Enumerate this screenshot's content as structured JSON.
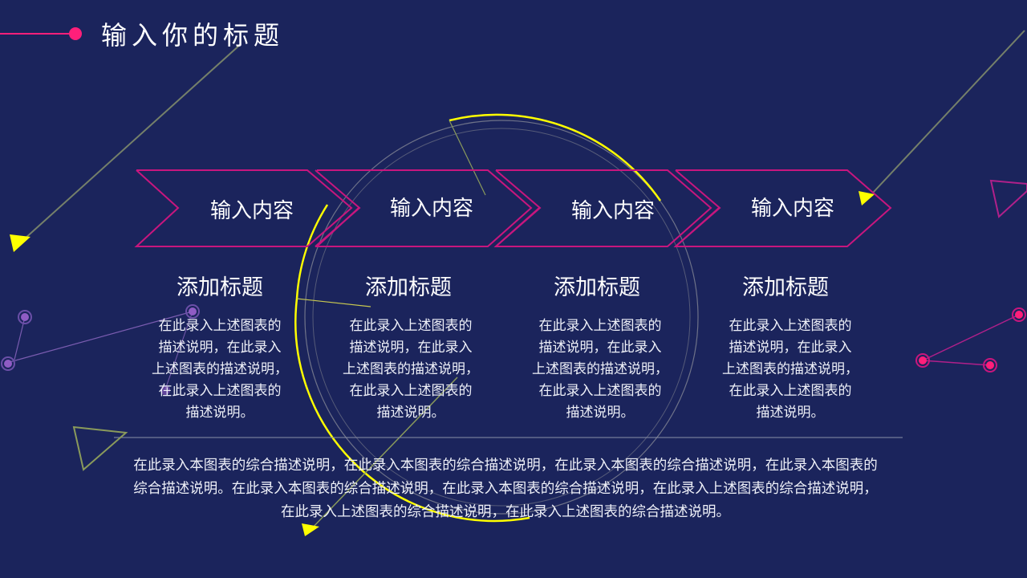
{
  "slide": {
    "title": "输入你的标题",
    "colors": {
      "background": "#1b245c",
      "accent_pink": "#ff1f7a",
      "chevron_outline": "#c8167e",
      "yellow": "#ffff00",
      "olive_line": "#8a9a5b",
      "gray_ring": "#7d8090",
      "purple_node": "#8f5cc4"
    },
    "steps": [
      {
        "label": "输入内容"
      },
      {
        "label": "输入内容"
      },
      {
        "label": "输入内容"
      },
      {
        "label": "输入内容"
      }
    ],
    "columns": [
      {
        "title": "添加标题",
        "desc_lines": [
          "在此录入上述图表的",
          "描述说明，在此录入",
          "上述图表的描述说明，",
          "在此录入上述图表的",
          "描述说明。"
        ]
      },
      {
        "title": "添加标题",
        "desc_lines": [
          "在此录入上述图表的",
          "描述说明，在此录入",
          "上述图表的描述说明，",
          "在此录入上述图表的",
          "描述说明。"
        ]
      },
      {
        "title": "添加标题",
        "desc_lines": [
          "在此录入上述图表的",
          "描述说明，在此录入",
          "上述图表的描述说明，",
          "在此录入上述图表的",
          "描述说明。"
        ]
      },
      {
        "title": "添加标题",
        "desc_lines": [
          "在此录入上述图表的",
          "描述说明，在此录入",
          "上述图表的描述说明，",
          "在此录入上述图表的",
          "描述说明。"
        ]
      }
    ],
    "summary_lines": [
      "在此录入本图表的综合描述说明，在此录入本图表的综合描述说明，在此录入本图表的综合描述说明，在此录入本图表的",
      "综合描述说明。在此录入本图表的综合描述说明，在此录入本图表的综合描述说明，在此录入上述图表的综合描述说明，",
      "在此录入上述图表的综合描述说明，在此录入上述图表的综合描述说明。"
    ]
  }
}
